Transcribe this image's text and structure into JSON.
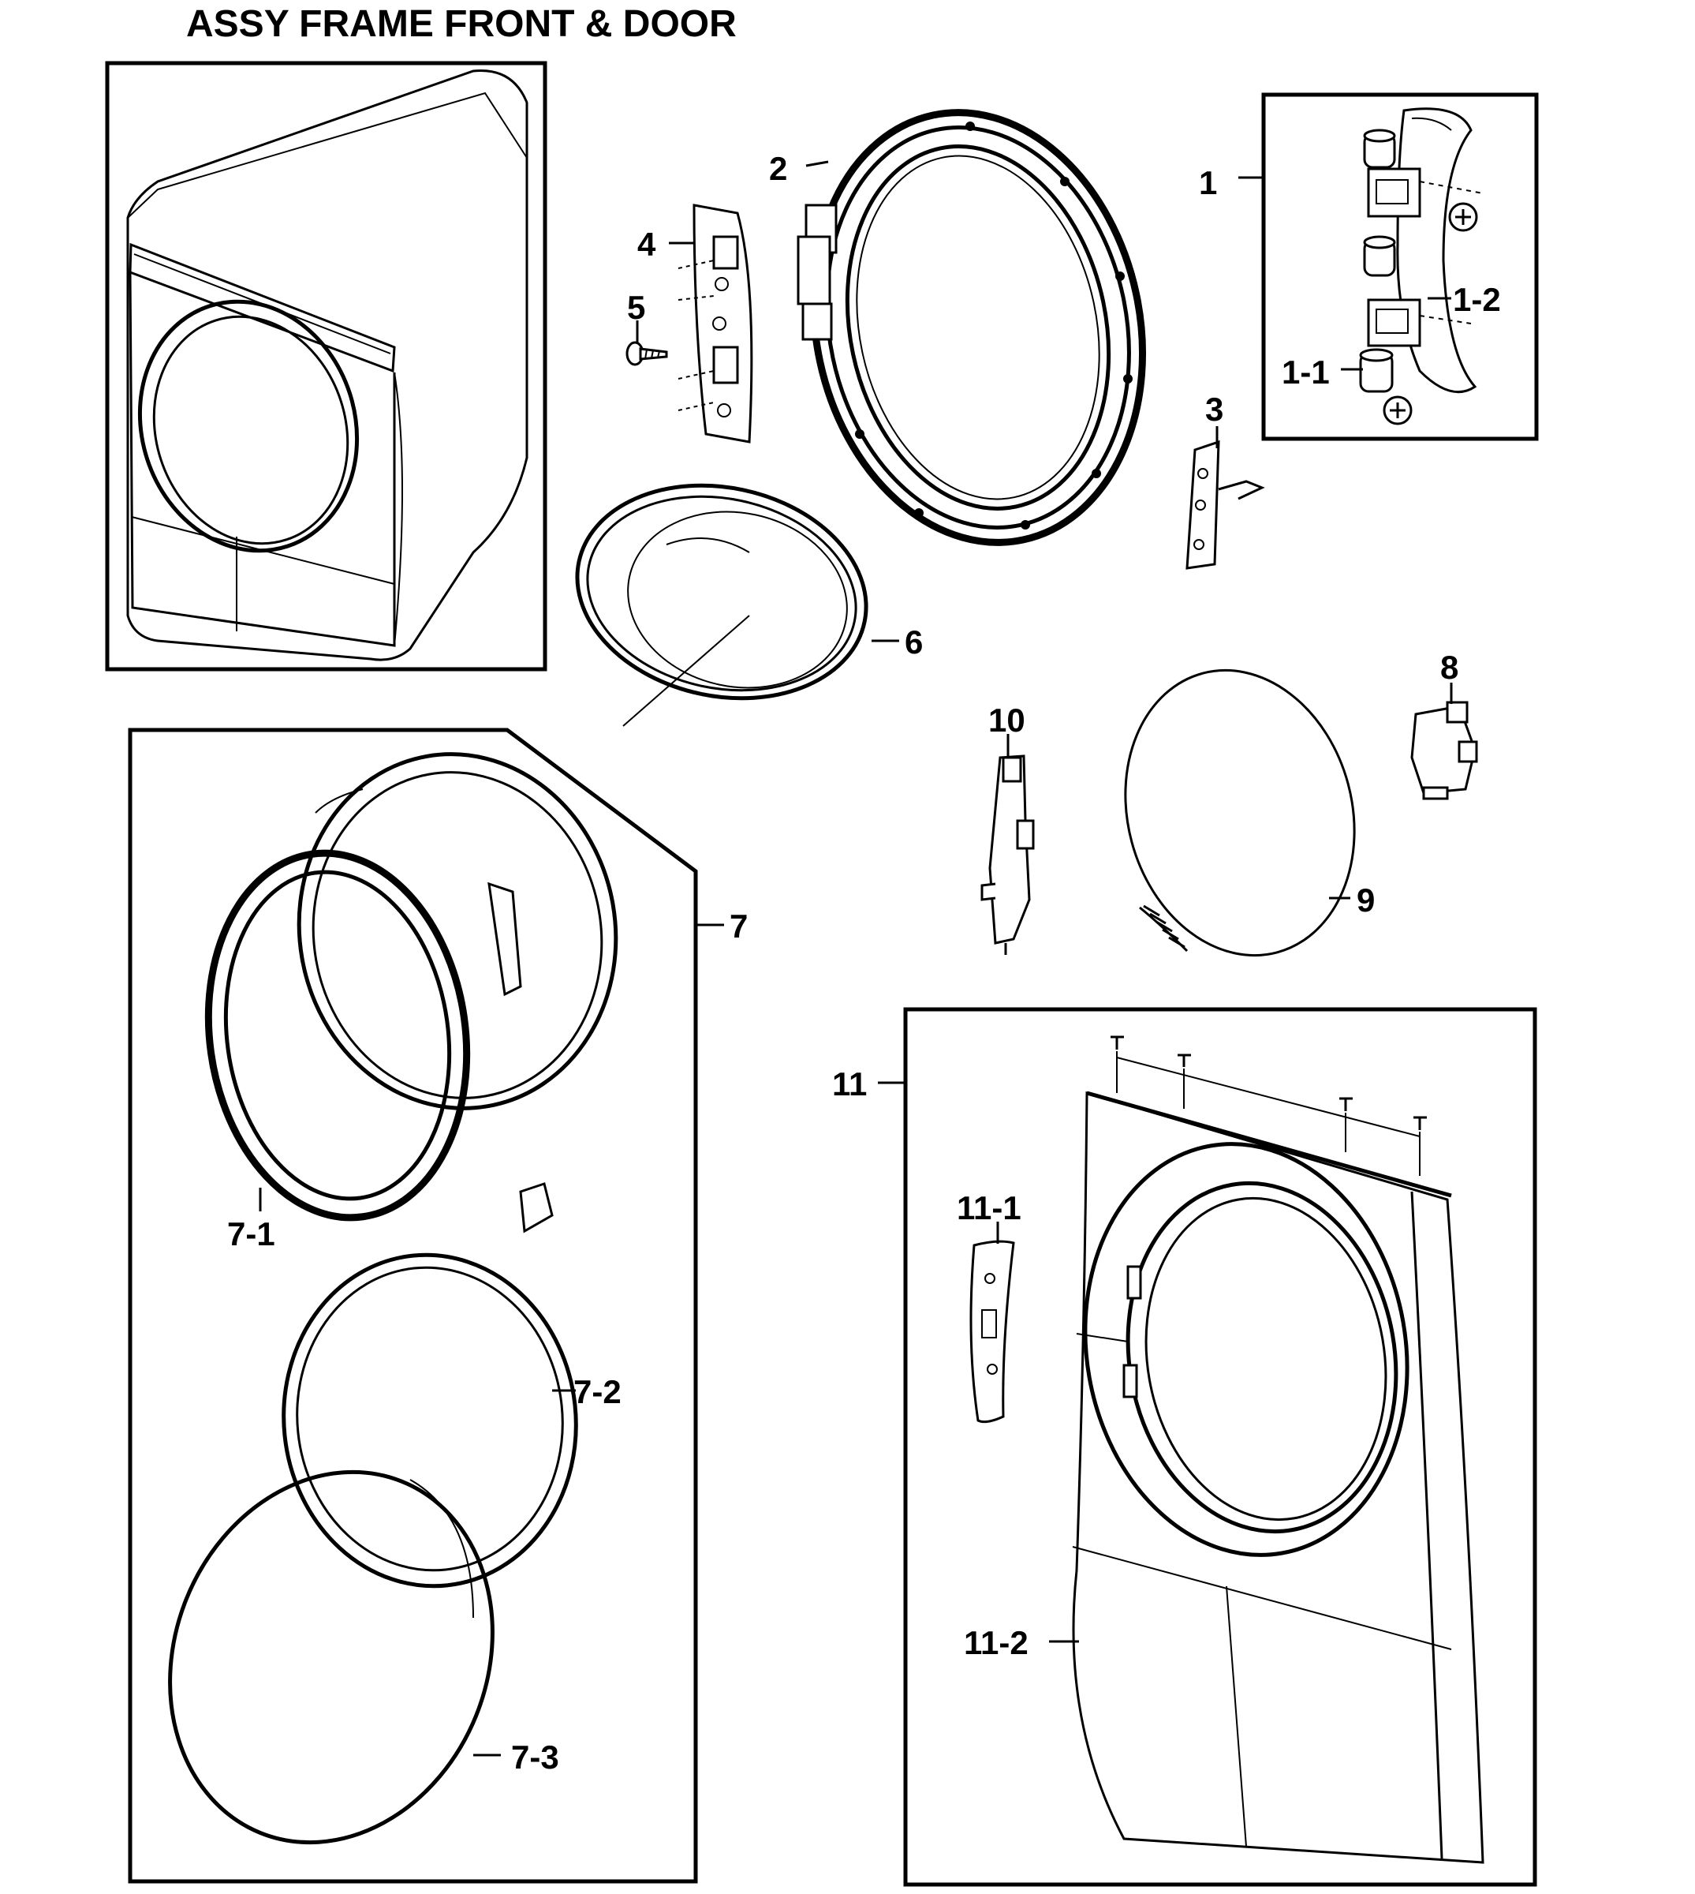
{
  "title": "ASSY FRAME FRONT & DOOR",
  "callouts": {
    "c1": "1",
    "c1_1": "1-1",
    "c1_2": "1-2",
    "c2": "2",
    "c3": "3",
    "c4": "4",
    "c5": "5",
    "c6": "6",
    "c7": "7",
    "c7_1": "7-1",
    "c7_2": "7-2",
    "c7_3": "7-3",
    "c8": "8",
    "c9": "9",
    "c10": "10",
    "c11": "11",
    "c11_1": "11-1",
    "c11_2": "11-2"
  },
  "parts": [
    {
      "id": "dryer-overview",
      "icon": "dryer-assembly-icon"
    },
    {
      "id": "1",
      "icon": "hinge-assembly-icon"
    },
    {
      "id": "1-1",
      "icon": "hinge-bushing-icon"
    },
    {
      "id": "1-2",
      "icon": "hinge-plate-icon"
    },
    {
      "id": "2",
      "icon": "door-frame-ring-icon"
    },
    {
      "id": "3",
      "icon": "door-switch-icon"
    },
    {
      "id": "4",
      "icon": "hinge-bracket-icon"
    },
    {
      "id": "5",
      "icon": "screw-icon"
    },
    {
      "id": "6",
      "icon": "door-gasket-icon"
    },
    {
      "id": "7",
      "icon": "door-assembly-icon"
    },
    {
      "id": "7-1",
      "icon": "door-ring-icon"
    },
    {
      "id": "7-2",
      "icon": "inner-door-ring-icon"
    },
    {
      "id": "7-3",
      "icon": "door-glass-icon"
    },
    {
      "id": "8",
      "icon": "door-lock-icon"
    },
    {
      "id": "9",
      "icon": "window-glass-icon"
    },
    {
      "id": "10",
      "icon": "strike-bracket-icon"
    },
    {
      "id": "11",
      "icon": "front-panel-assembly-icon"
    },
    {
      "id": "11-1",
      "icon": "panel-bracket-icon"
    },
    {
      "id": "11-2",
      "icon": "front-panel-icon"
    }
  ]
}
